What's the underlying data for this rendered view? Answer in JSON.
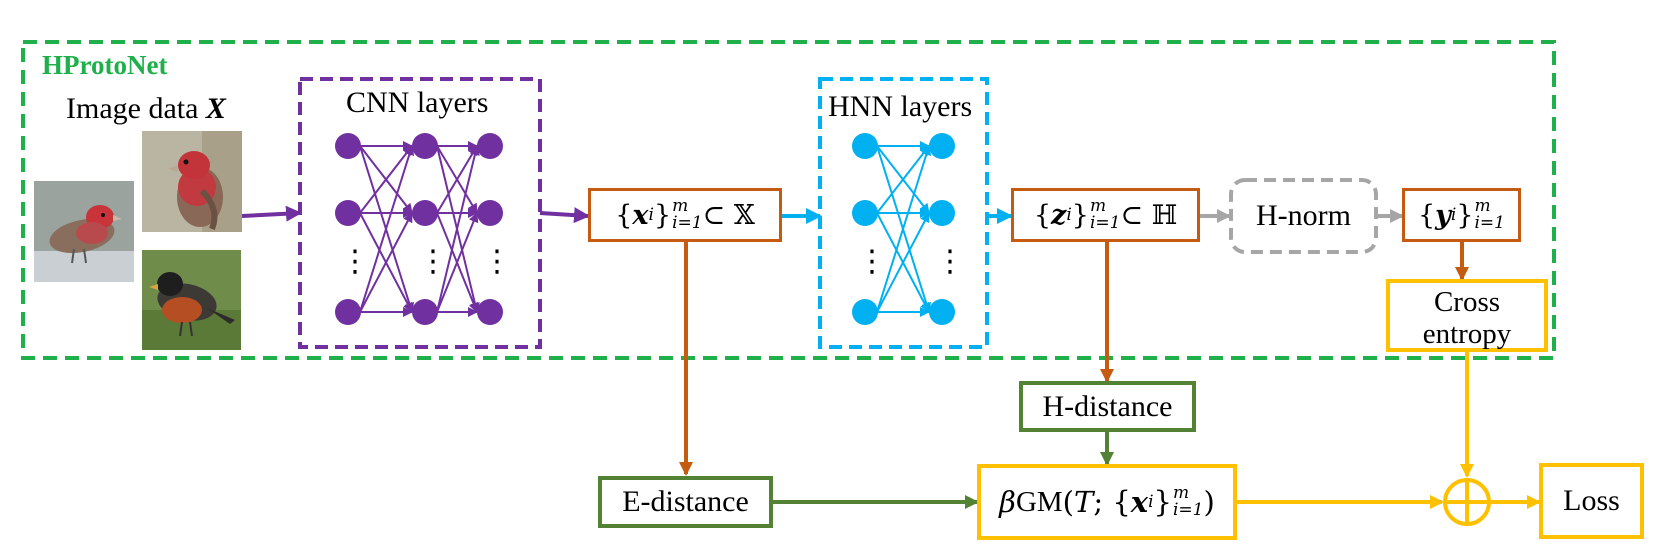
{
  "title": "HProtoNet",
  "image_label": "Image data",
  "image_label_symbol": "X",
  "cnn": {
    "title": "CNN layers"
  },
  "hnn": {
    "title": "HNN layers"
  },
  "dots": "⋮",
  "x_box": {
    "left": "{",
    "var": "x",
    "sub": "i",
    "close": "}",
    "sup": "m",
    "sub2": "i=1",
    "rel": " ⊂ 𝕏"
  },
  "z_box": {
    "left": "{",
    "var": "z",
    "sub": "i",
    "close": "}",
    "sup": "m",
    "sub2": "i=1",
    "rel": " ⊂ ℍ"
  },
  "hnorm": {
    "label": "H-norm"
  },
  "y_box": {
    "left": "{",
    "var": "y",
    "sub": "i",
    "close": "}",
    "sup": "m",
    "sub2": "i=1"
  },
  "cross_entropy": {
    "line1": "Cross",
    "line2": "entropy"
  },
  "h_distance": {
    "label": "H-distance"
  },
  "e_distance": {
    "label": "E-distance"
  },
  "bgm": {
    "beta": "β",
    "gm": "GM",
    "open": "(",
    "T": "T",
    "sep": "; {",
    "var": "x",
    "sub": "i",
    "close": "}",
    "sup": "m",
    "sub2": "i=1",
    "end": " )"
  },
  "sum_symbol": "⊕",
  "loss": {
    "label": "Loss"
  },
  "colors": {
    "green_dashed": "#1fb04c",
    "title_green": "#1fb04c",
    "purple": "#7030a0",
    "cyan": "#00b0f0",
    "orange": "#c55a11",
    "gray": "#a6a6a6",
    "yellow": "#ffc000",
    "dark_green": "#548235"
  }
}
